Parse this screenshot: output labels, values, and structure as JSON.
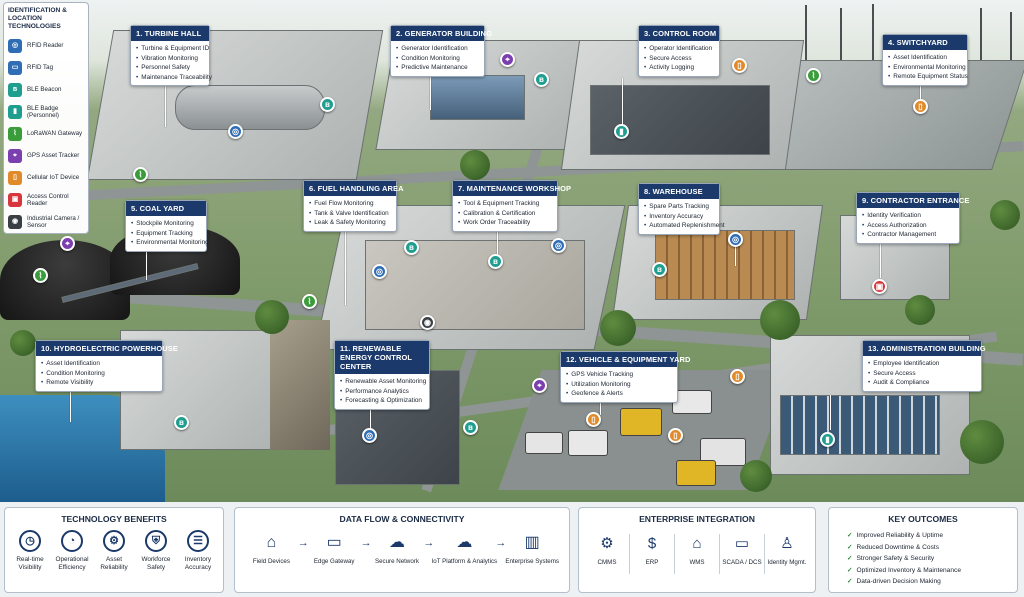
{
  "legend": {
    "title": "IDENTIFICATION & LOCATION TECHNOLOGIES",
    "items": [
      {
        "label": "RFID Reader",
        "icon": "rfid-reader-icon",
        "glyph": "◎",
        "color": "#2f6db5"
      },
      {
        "label": "RFID Tag",
        "icon": "rfid-tag-icon",
        "glyph": "▭",
        "color": "#2f6db5"
      },
      {
        "label": "BLE Beacon",
        "icon": "ble-beacon-icon",
        "glyph": "ʙ",
        "color": "#1f9e8f"
      },
      {
        "label": "BLE Badge (Personnel)",
        "icon": "ble-badge-icon",
        "glyph": "▮",
        "color": "#1f9e8f"
      },
      {
        "label": "LoRaWAN Gateway",
        "icon": "lorawan-gateway-icon",
        "glyph": "⌇",
        "color": "#3b9c3b"
      },
      {
        "label": "GPS Asset Tracker",
        "icon": "gps-tracker-icon",
        "glyph": "⌖",
        "color": "#7b3fb0"
      },
      {
        "label": "Cellular IoT Device",
        "icon": "cellular-iot-icon",
        "glyph": "▯",
        "color": "#e08a2a"
      },
      {
        "label": "Access Control Reader",
        "icon": "access-reader-icon",
        "glyph": "▣",
        "color": "#d6363c"
      },
      {
        "label": "Industrial Camera / Sensor",
        "icon": "camera-icon",
        "glyph": "◉",
        "color": "#3a3f45"
      }
    ]
  },
  "zones": [
    {
      "title": "1. TURBINE HALL",
      "items": [
        "Turbine & Equipment ID",
        "Vibration Monitoring",
        "Personnel Safety",
        "Maintenance Traceability"
      ]
    },
    {
      "title": "2. GENERATOR BUILDING",
      "items": [
        "Generator Identification",
        "Condition Monitoring",
        "Predictive Maintenance"
      ]
    },
    {
      "title": "3. CONTROL ROOM",
      "items": [
        "Operator Identification",
        "Secure Access",
        "Activity Logging"
      ]
    },
    {
      "title": "4. SWITCHYARD",
      "items": [
        "Asset Identification",
        "Environmental Monitoring",
        "Remote Equipment Status"
      ]
    },
    {
      "title": "5. COAL YARD",
      "items": [
        "Stockpile Monitoring",
        "Equipment Tracking",
        "Environmental Monitoring"
      ]
    },
    {
      "title": "6. FUEL HANDLING AREA",
      "items": [
        "Fuel Flow Monitoring",
        "Tank & Valve Identification",
        "Leak & Safety Monitoring"
      ]
    },
    {
      "title": "7. MAINTENANCE WORKSHOP",
      "items": [
        "Tool & Equipment Tracking",
        "Calibration & Certification",
        "Work Order Traceability"
      ]
    },
    {
      "title": "8. WAREHOUSE",
      "items": [
        "Spare Parts Tracking",
        "Inventory Accuracy",
        "Automated Replenishment"
      ]
    },
    {
      "title": "9. CONTRACTOR ENTRANCE",
      "items": [
        "Identity Verification",
        "Access Authorization",
        "Contractor Management"
      ]
    },
    {
      "title": "10. HYDROELECTRIC POWERHOUSE",
      "items": [
        "Asset Identification",
        "Condition Monitoring",
        "Remote Visibility"
      ]
    },
    {
      "title": "11. RENEWABLE ENERGY CONTROL CENTER",
      "items": [
        "Renewable Asset Monitoring",
        "Performance Analytics",
        "Forecasting & Optimization"
      ]
    },
    {
      "title": "12. VEHICLE & EQUIPMENT YARD",
      "items": [
        "GPS Vehicle Tracking",
        "Utilization Monitoring",
        "Geofence & Alerts"
      ]
    },
    {
      "title": "13. ADMINISTRATION BUILDING",
      "items": [
        "Employee Identification",
        "Secure Access",
        "Audit & Compliance"
      ]
    }
  ],
  "benefits": {
    "title": "TECHNOLOGY BENEFITS",
    "items": [
      {
        "label": "Real-time Visibility",
        "icon": "clock-icon",
        "glyph": "◷"
      },
      {
        "label": "Operational Efficiency",
        "icon": "gauge-icon",
        "glyph": "◔"
      },
      {
        "label": "Asset Reliability",
        "icon": "gear-icon",
        "glyph": "⚙"
      },
      {
        "label": "Workforce Safety",
        "icon": "shield-icon",
        "glyph": "⛨"
      },
      {
        "label": "Inventory Accuracy",
        "icon": "clipboard-icon",
        "glyph": "☰"
      }
    ]
  },
  "dataflow": {
    "title": "DATA FLOW & CONNECTIVITY",
    "items": [
      {
        "label": "Field Devices",
        "icon": "router-icon",
        "glyph": "⌂"
      },
      {
        "label": "Edge Gateway",
        "icon": "gateway-icon",
        "glyph": "▭"
      },
      {
        "label": "Secure Network",
        "icon": "cloud-icon",
        "glyph": "☁"
      },
      {
        "label": "IoT Platform & Analytics",
        "icon": "cloud-analytics-icon",
        "glyph": "☁"
      },
      {
        "label": "Enterprise Systems",
        "icon": "server-icon",
        "glyph": "▥"
      }
    ]
  },
  "enterprise": {
    "title": "ENTERPRISE INTEGRATION",
    "items": [
      {
        "label": "CMMS",
        "icon": "cmms-gear-icon",
        "glyph": "⚙"
      },
      {
        "label": "ERP",
        "icon": "dollar-icon",
        "glyph": "$"
      },
      {
        "label": "WMS",
        "icon": "warehouse-icon",
        "glyph": "⌂"
      },
      {
        "label": "SCADA / DCS",
        "icon": "monitor-icon",
        "glyph": "▭"
      },
      {
        "label": "Identity Mgmt.",
        "icon": "identity-icon",
        "glyph": "♙"
      }
    ]
  },
  "outcomes": {
    "title": "KEY OUTCOMES",
    "items": [
      "Improved Reliability & Uptime",
      "Reduced Downtime & Costs",
      "Stronger Safety & Security",
      "Optimized Inventory & Maintenance",
      "Data-driven Decision Making"
    ]
  },
  "colors": {
    "navy": "#1b3a6b",
    "purple": "#7b3fb0",
    "green": "#3b9c3b",
    "teal": "#1f9e8f",
    "blue": "#2f6db5",
    "orange": "#e08a2a",
    "red": "#d6363c"
  }
}
